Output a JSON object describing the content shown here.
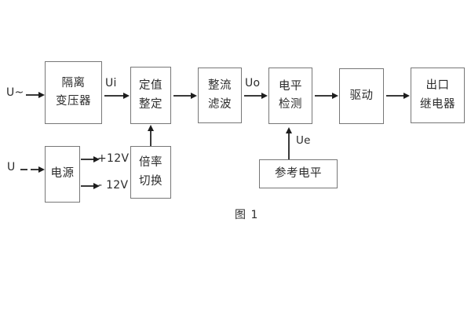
{
  "figure": {
    "caption": "图 1",
    "boxes": [
      {
        "id": "isolation-transformer",
        "lines": [
          "隔离",
          "变压器"
        ]
      },
      {
        "id": "setting-value",
        "lines": [
          "定值",
          "整定"
        ]
      },
      {
        "id": "rectify-filter",
        "lines": [
          "整流",
          "滤波"
        ]
      },
      {
        "id": "level-detection",
        "lines": [
          "电平",
          "检测"
        ]
      },
      {
        "id": "drive",
        "lines": [
          "驱动"
        ]
      },
      {
        "id": "output-relay",
        "lines": [
          "出口",
          "继电器"
        ]
      },
      {
        "id": "power-supply",
        "lines": [
          "电源"
        ]
      },
      {
        "id": "multiplier-switch",
        "lines": [
          "倍率",
          "切换"
        ]
      },
      {
        "id": "reference-level",
        "lines": [
          "参考电平"
        ]
      }
    ],
    "labels": {
      "input_ac": "U~",
      "input_dc": "U",
      "signal_ui": "Ui",
      "signal_uo": "Uo",
      "signal_ue": "Ue",
      "rail_positive": "+12V",
      "rail_negative": "- 12V"
    },
    "colors": {
      "box_border": "#777777",
      "arrow": "#1d1d1d",
      "text": "#2b2b2b",
      "background": "#ffffff"
    }
  }
}
